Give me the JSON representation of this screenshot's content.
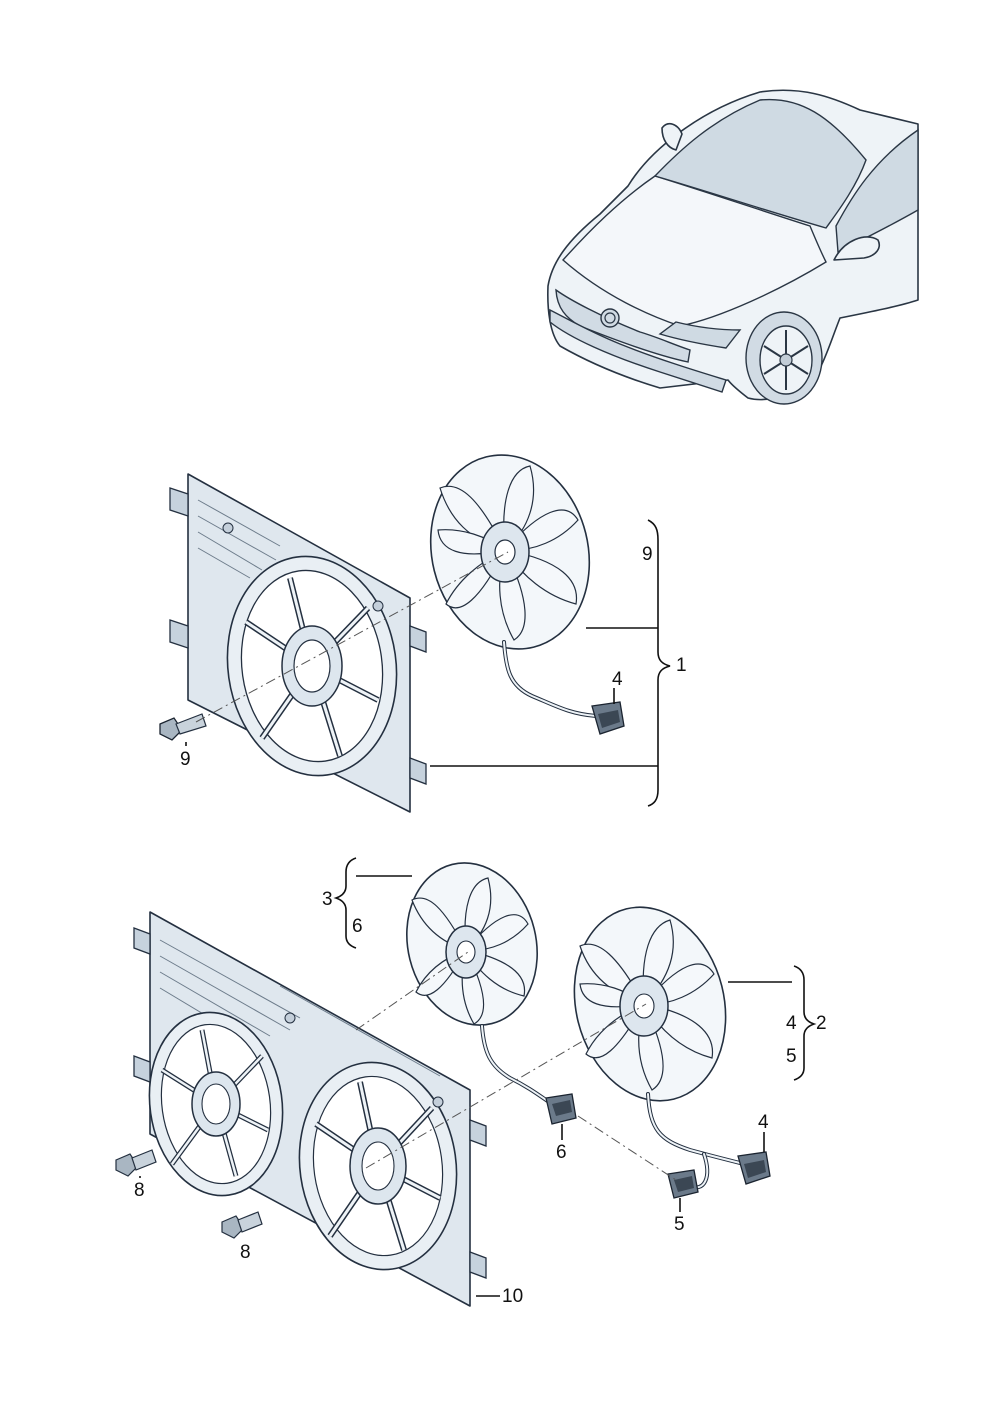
{
  "diagram": {
    "callouts": {
      "top_fan_bracket_a": "9",
      "top_group_assembly": "1",
      "top_connector": "4",
      "top_bolt": "9",
      "bottom_small_fan_a": "3",
      "bottom_small_fan_b": "6",
      "bottom_big_fan_a": "4",
      "bottom_big_fan_b": "5",
      "bottom_group_assembly": "2",
      "bottom_connector_left": "6",
      "bottom_connector_right": "4",
      "bottom_connector_mid": "5",
      "bottom_bolt_a": "8",
      "bottom_bolt_b": "8",
      "bottom_shroud": "10"
    },
    "colors": {
      "line": "#111111",
      "part_fill": "#dfe7ee",
      "part_stroke": "#243040"
    }
  }
}
